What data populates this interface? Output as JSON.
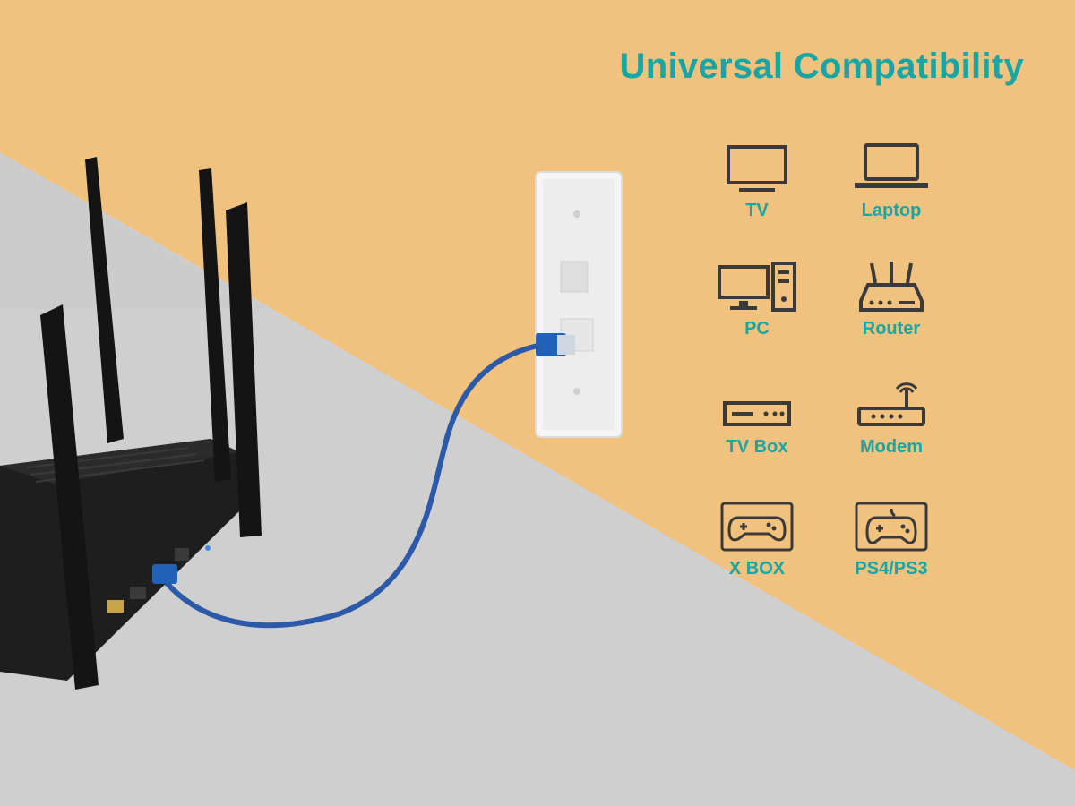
{
  "title": "Universal Compatibility",
  "devices": [
    {
      "label": "TV",
      "icon": "tv-icon"
    },
    {
      "label": "Laptop",
      "icon": "laptop-icon"
    },
    {
      "label": "PC",
      "icon": "pc-icon"
    },
    {
      "label": "Router",
      "icon": "router-icon"
    },
    {
      "label": "TV Box",
      "icon": "tv-box-icon"
    },
    {
      "label": "Modem",
      "icon": "modem-icon"
    },
    {
      "label": "X BOX",
      "icon": "xbox-icon"
    },
    {
      "label": "PS4/PS3",
      "icon": "ps-icon"
    }
  ],
  "colors": {
    "background_wall": "#f1c27d",
    "floor": "#cfcfcf",
    "accent_text": "#18a6a4",
    "icon_stroke": "#3a3a3a",
    "cable": "#2c5aa8",
    "router_body": "#1e1e1e",
    "wall_plate": "#f2f2f2"
  }
}
